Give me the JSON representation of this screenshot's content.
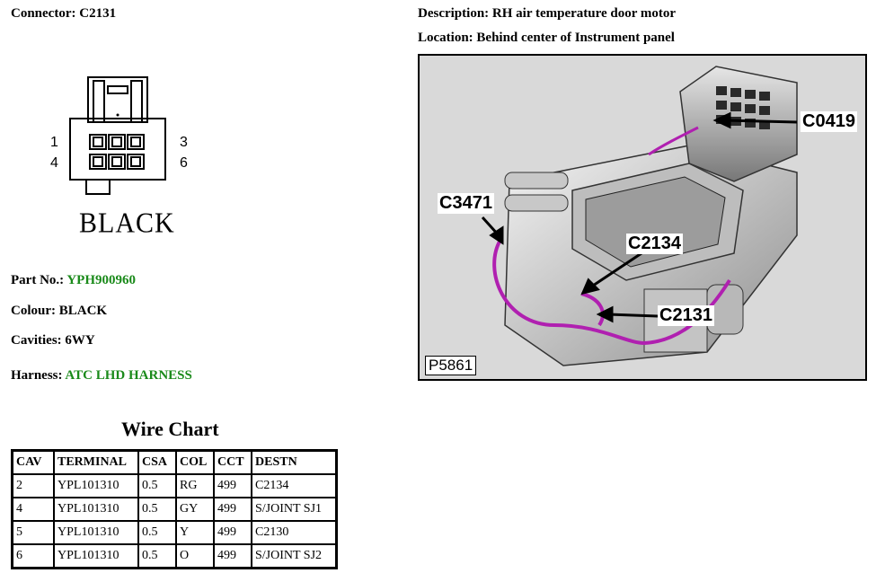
{
  "connector": {
    "label": "Connector: C2131"
  },
  "description": {
    "label": "Description: RH air temperature door motor"
  },
  "location": {
    "label": "Location: Behind center of Instrument panel"
  },
  "diagram": {
    "pins": {
      "p1": "1",
      "p3": "3",
      "p4": "4",
      "p6": "6"
    },
    "colour_text": "BLACK"
  },
  "part": {
    "label": "Part No.: ",
    "value": "YPH900960"
  },
  "colour": {
    "label": "Colour: BLACK"
  },
  "cavities": {
    "label": "Cavities: 6WY"
  },
  "harness": {
    "label": "Harness: ",
    "value": "ATC LHD HARNESS"
  },
  "wire_chart": {
    "title": "Wire Chart",
    "headers": [
      "CAV",
      "TERMINAL",
      "CSA",
      "COL",
      "CCT",
      "DESTN"
    ],
    "rows": [
      [
        "2",
        "YPL101310",
        "0.5",
        "RG",
        "499",
        "C2134"
      ],
      [
        "4",
        "YPL101310",
        "0.5",
        "GY",
        "499",
        "S/JOINT SJ1"
      ],
      [
        "5",
        "YPL101310",
        "0.5",
        "Y",
        "499",
        "C2130"
      ],
      [
        "6",
        "YPL101310",
        "0.5",
        "O",
        "499",
        "S/JOINT SJ2"
      ]
    ]
  },
  "photo": {
    "callouts": {
      "c0419": "C0419",
      "c3471": "C3471",
      "c2134": "C2134",
      "c2131": "C2131"
    },
    "figure_id": "P5861"
  },
  "colors": {
    "link_green": "#1a8a1a",
    "harness_purple": "#b020b0"
  }
}
